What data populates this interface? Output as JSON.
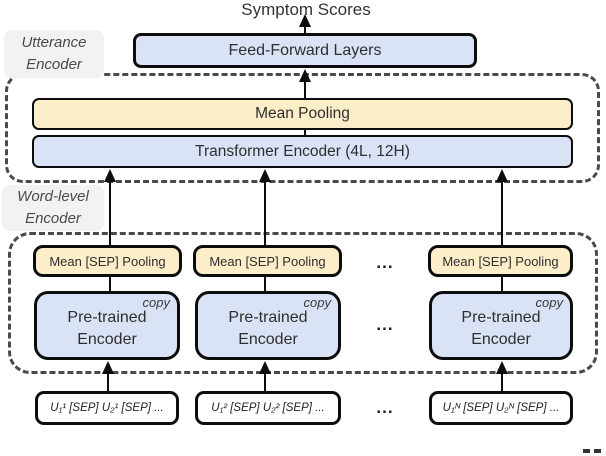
{
  "output_label": "Symptom Scores",
  "encoder_groups": {
    "utterance": {
      "line1": "Utterance",
      "line2": "Encoder"
    },
    "word_level": {
      "line1": "Word-level",
      "line2": "Encoder"
    }
  },
  "blocks": {
    "feed_forward": "Feed-Forward Layers",
    "mean_pooling": "Mean Pooling",
    "transformer": "Transformer Encoder (4L, 12H)",
    "sep_pooling": "Mean [SEP] Pooling",
    "pretrained_line1": "Pre-trained",
    "pretrained_line2": "Encoder",
    "copy_tag": "copy"
  },
  "inputs": [
    "U₁¹ [SEP] U₂¹ [SEP] ...",
    "U₁² [SEP] U₂² [SEP] ...",
    "U₁ᴺ [SEP] U₂ᴺ [SEP] ..."
  ],
  "ellipsis": "...",
  "colors": {
    "block_blue": "#dae3f5",
    "block_yellow": "#fdeeca",
    "block_border": "#0d0d0d",
    "dashed_border": "#4a4a4a",
    "label_bg": "#f2f2f2",
    "text": "#2e2e2e"
  }
}
